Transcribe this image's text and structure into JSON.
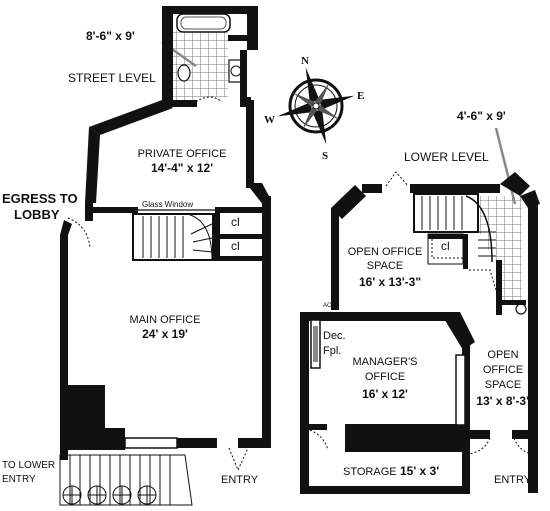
{
  "title": "STREET LEVEL",
  "lower_title": "LOWER LEVEL",
  "rooms": {
    "bath1_dims": "8'-6\" x 9'",
    "private_office": "PRIVATE OFFICE",
    "private_office_dims": "14'-4\" x 12'",
    "glass_window": "Glass Window",
    "closet": "cl",
    "main_office": "MAIN OFFICE",
    "main_office_dims": "24' x 19'",
    "egress_line1": "EGRESS TO",
    "egress_line2": "LOBBY",
    "to_lower_line1": "TO LOWER",
    "to_lower_line2": "ENTRY",
    "entry": "ENTRY",
    "bath2_dims": "4'-6\" x 9'",
    "open_office_space_1_line1": "OPEN OFFICE",
    "open_office_space_1_line2": "SPACE",
    "open_office_space_1_dims": "16' x 13'-3\"",
    "managers_office_line1": "MANAGER'S",
    "managers_office_line2": "OFFICE",
    "managers_office_dims": "16' x 12'",
    "dec_fpl_line1": "Dec.",
    "dec_fpl_line2": "Fpl.",
    "open_office_space_2_line1": "OPEN",
    "open_office_space_2_line2": "OFFICE",
    "open_office_space_2_line3": "SPACE",
    "open_office_space_2_dims": "13' x 8'-3\"",
    "storage": "STORAGE",
    "storage_dims": "15' x 3'",
    "ac_mark": "AC"
  },
  "compass": {
    "n": "N",
    "s": "S",
    "e": "E",
    "w": "W"
  },
  "colors": {
    "wall": "#111111",
    "tile": "#9a9a9a",
    "paper": "#ffffff"
  }
}
